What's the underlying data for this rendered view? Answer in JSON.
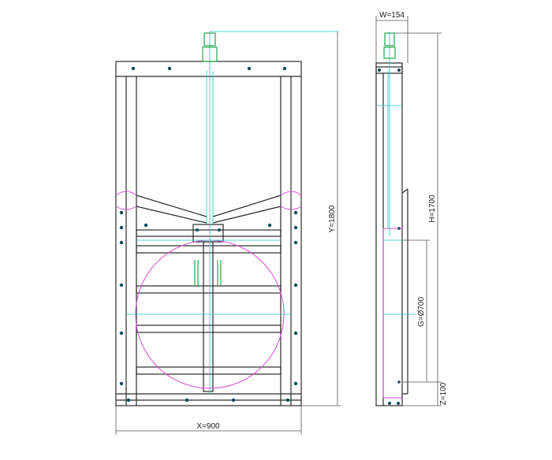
{
  "drawing": {
    "colors": {
      "outline": "#2a2a2a",
      "cyan": "#22c7c7",
      "magenta": "#d64fd6",
      "green": "#1fa84a",
      "dark_teal": "#0f4b58",
      "dim_line": "#555555"
    },
    "dimensions": {
      "width_x": "X=900",
      "height_y": "Y=1800",
      "width_w": "W=154",
      "height_h": "H=1700",
      "diameter_g": "G=Ø700",
      "offset_z": "Z=100"
    }
  }
}
